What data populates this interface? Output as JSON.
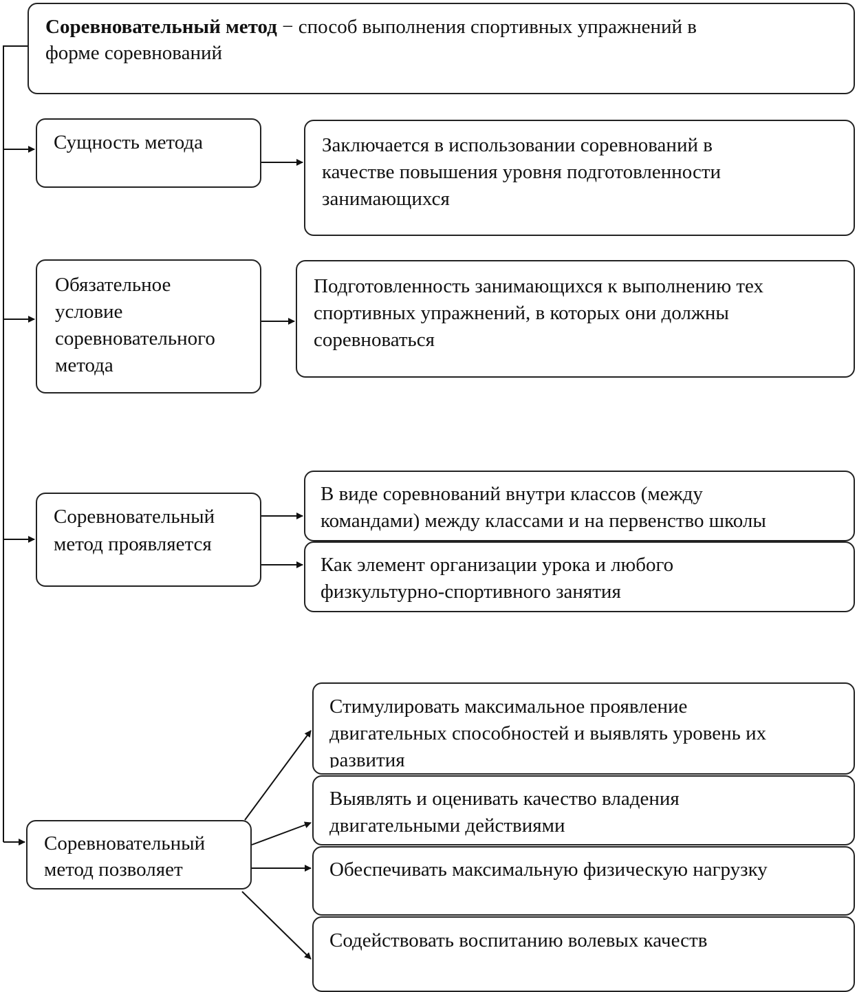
{
  "title": {
    "term": "Соревновательный метод",
    "definition": " − способ выполнения спортивных упражнений в",
    "definition_line2": "форме соревнований"
  },
  "essence": {
    "label": "Сущность метода",
    "lines": [
      "Заключается в использовании соревнований в",
      "качестве повышения уровня подготовленности",
      "занимающихся"
    ]
  },
  "condition": {
    "lines": [
      "Обязательное",
      "условие",
      "соревновательного",
      "метода"
    ],
    "desc_lines": [
      "Подготовленность занимающихся к выполнению тех",
      "спортивных упражнений, в которых они должны",
      "соревноваться"
    ]
  },
  "manifests": {
    "lines": [
      "Соревновательный",
      "метод проявляется"
    ],
    "item1": [
      "В виде соревнований внутри классов (между",
      "командами) между классами и на первенство школы"
    ],
    "item2": [
      "Как элемент организации урока и любого",
      "физкультурно-спортивного занятия"
    ]
  },
  "allows": {
    "lines": [
      "Соревновательный",
      "метод позволяет"
    ],
    "item1": [
      "Стимулировать максимальное проявление",
      "двигательных способностей и выявлять уровень их",
      "развития"
    ],
    "item2": [
      "Выявлять и оценивать качество владения",
      "двигательными действиями"
    ],
    "item3": [
      "Обеспечивать максимальную физическую нагрузку"
    ],
    "item4": [
      "Содействовать воспитанию волевых качеств"
    ]
  }
}
